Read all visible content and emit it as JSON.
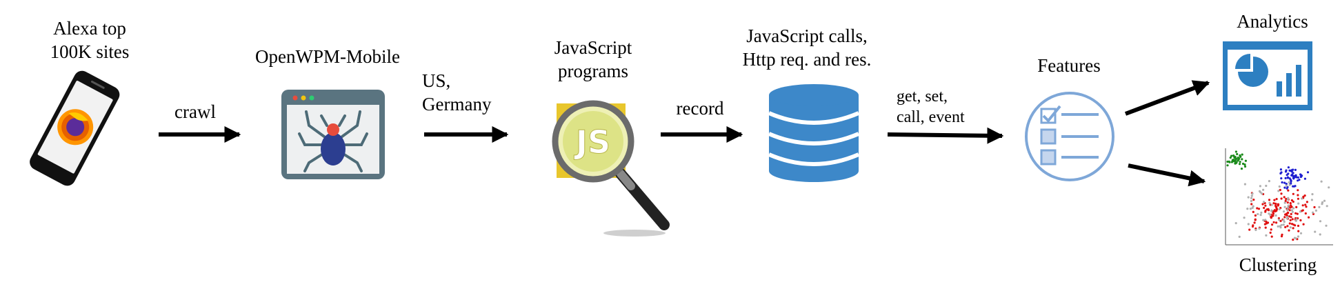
{
  "source": {
    "line1": "Alexa top",
    "line2": "100K sites"
  },
  "crawler": {
    "name": "OpenWPM-Mobile"
  },
  "edges": {
    "crawl": "crawl",
    "locations": {
      "line1": "US,",
      "line2": "Germany"
    },
    "record": "record",
    "feature_types": {
      "line1": "get, set,",
      "line2": "call, event"
    }
  },
  "js_programs": {
    "line1": "JavaScript",
    "line2": "programs"
  },
  "storage": {
    "line1": "JavaScript calls,",
    "line2": "Http req. and res."
  },
  "features": {
    "label": "Features"
  },
  "outputs": {
    "analytics": "Analytics",
    "clustering": "Clustering"
  },
  "icons": {
    "source": "smartphone-firefox-icon",
    "crawler": "browser-spider-icon",
    "js_programs": "magnifier-js-icon",
    "storage": "database-icon",
    "features": "checklist-icon",
    "analytics": "dashboard-icon",
    "clustering": "scatter-plot-icon"
  },
  "colors": {
    "blue": "#3d88c9",
    "light_blue": "#7ea7d8",
    "dark": "#000000"
  }
}
